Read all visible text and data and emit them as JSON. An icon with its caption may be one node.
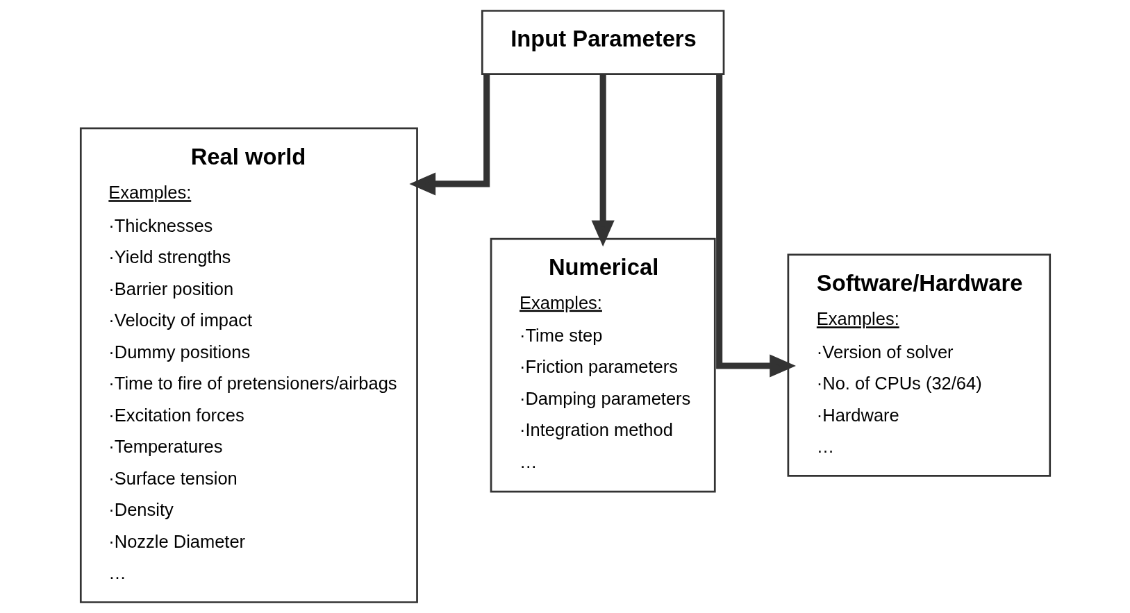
{
  "diagram": {
    "nodes": [
      {
        "text": [
          "Input Parameters"
        ]
      },
      {
        "text": [
          "Real world",
          "Examples:",
          "·Thicknesses",
          "·Yield strengths",
          "·Barrier position",
          "·Velocity of impact",
          "·Dummy positions",
          "·Time to fire of pretensioners/airbags",
          "·Excitation forces",
          "·Temperatures",
          "·Surface tension",
          "·Density",
          "·Nozzle Diameter",
          "…"
        ]
      },
      {
        "text": [
          "Numerical",
          "Examples:",
          "·Time step",
          "·Friction parameters",
          "·Damping parameters",
          "·Integration method",
          "…"
        ]
      },
      {
        "text": [
          "Software/Hardware",
          "Examples:",
          "·Version of solver",
          "·No. of CPUs (32/64)",
          "·Hardware",
          "…"
        ]
      }
    ],
    "edges": [
      {
        "from": 0,
        "to": 1,
        "arrow": "to"
      },
      {
        "from": 0,
        "to": 2,
        "arrow": "to"
      },
      {
        "from": 0,
        "to": 3,
        "arrow": "to"
      }
    ]
  }
}
